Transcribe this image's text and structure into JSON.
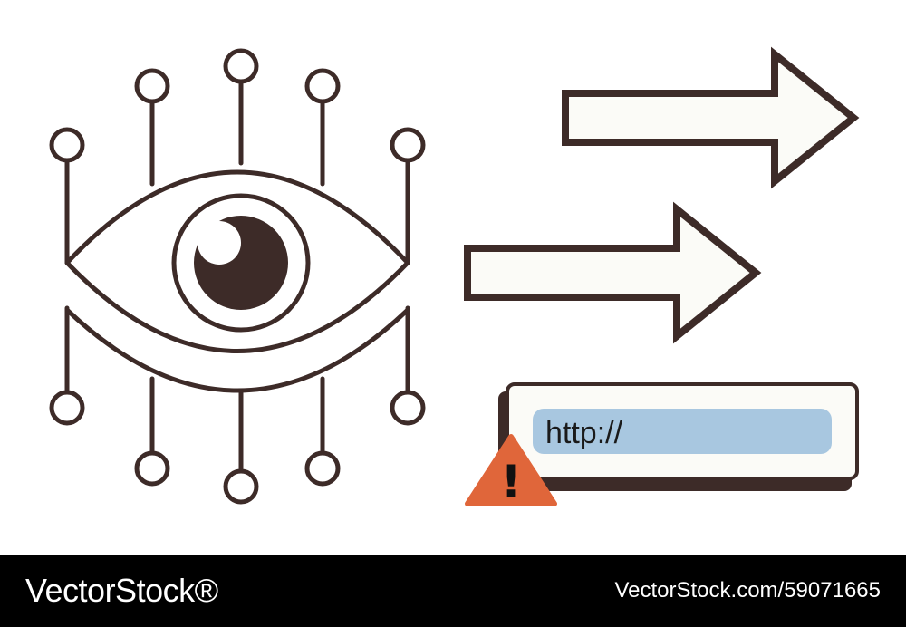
{
  "illustration": {
    "url_bar": {
      "text": "http://",
      "fill_color": "#a8c7e0"
    },
    "warning": {
      "symbol": "!",
      "color": "#e0663a"
    },
    "icons": [
      "eye-circuit-icon",
      "arrow-right-icon",
      "arrow-right-icon",
      "url-bar",
      "warning-icon"
    ],
    "colors": {
      "outline": "#3d2b28",
      "arrow_fill": "#fbfbf7"
    }
  },
  "footer": {
    "brand": "VectorStock®",
    "image_id": "VectorStock.com/59071665"
  }
}
